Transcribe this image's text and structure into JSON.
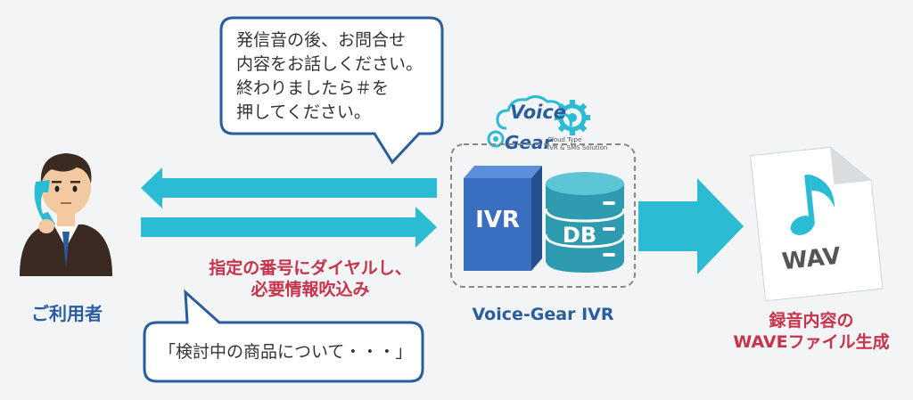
{
  "bubbles": {
    "ivr_prompt": {
      "lines": [
        "発信音の後、お問合せ",
        "内容をお話しください。",
        "終わりましたら＃を",
        "押してください。"
      ]
    },
    "caller_speech": {
      "text": "「検討中の商品について・・・」"
    }
  },
  "labels": {
    "caller": "ご利用者",
    "action_line1": "指定の番号にダイヤルし、",
    "action_line2": "必要情報吹込み",
    "system": "Voice-Gear IVR",
    "output_line1": "録音内容の",
    "output_line2": "WAVEファイル生成"
  },
  "blocks": {
    "ivr": "IVR",
    "db": "DB",
    "wav": "WAV"
  },
  "logo": {
    "word1": "Voice",
    "word2": "Gear",
    "tagline1": "Cloud Type",
    "tagline2": "IVR & SMS Solution"
  },
  "colors": {
    "arrow": "#2bbcd4",
    "bubble_border": "#2a5d9e",
    "ivr_box": "#3a6fc0",
    "db": "#2e9bb0",
    "accent_red": "#c8334a",
    "label_blue": "#2a5d9e"
  }
}
